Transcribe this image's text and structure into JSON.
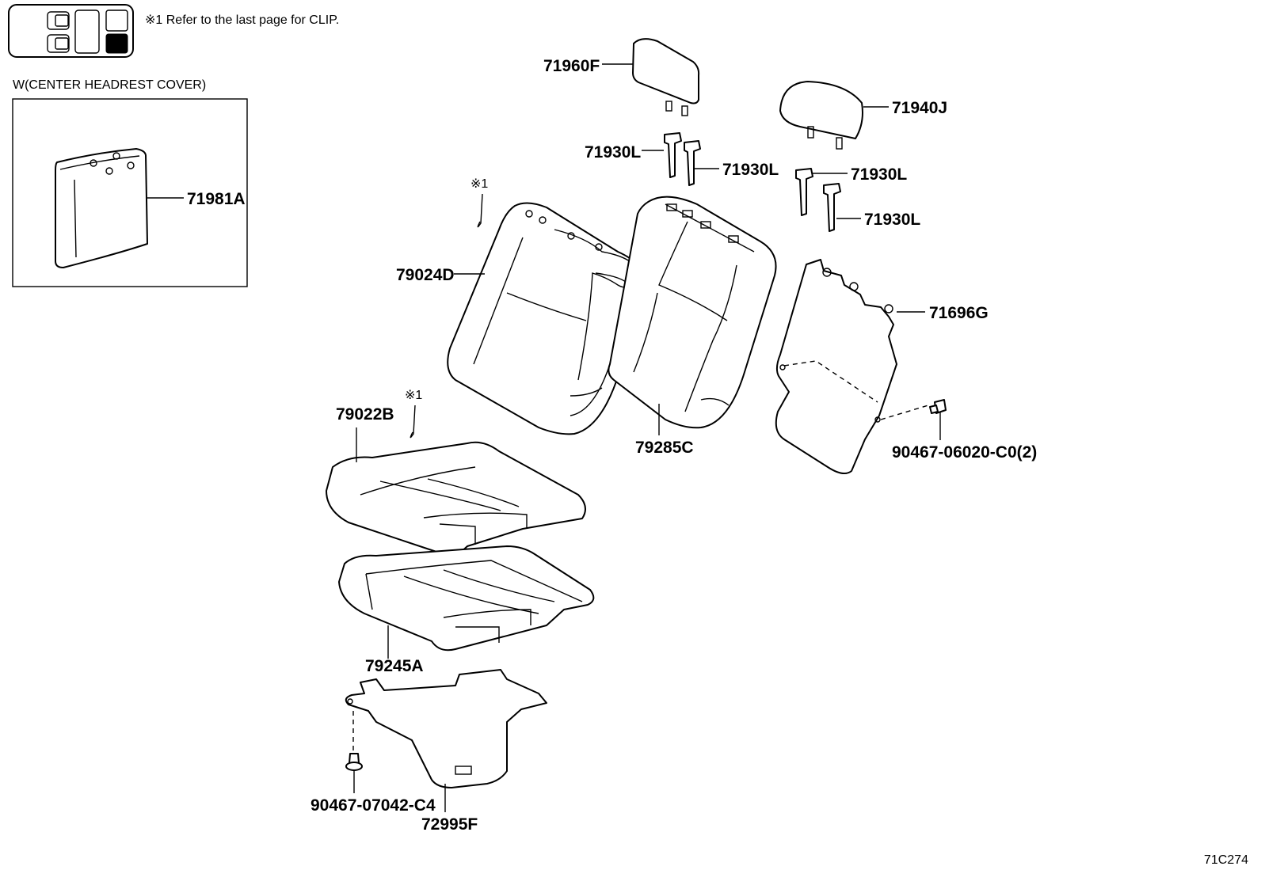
{
  "note": "※1  Refer to the last page for CLIP.",
  "inset_title": "W(CENTER HEADREST COVER)",
  "diagram_code": "71C274",
  "parts": {
    "p71981A": "71981A",
    "p71960F": "71960F",
    "p71940J": "71940J",
    "p71930L_a": "71930L",
    "p71930L_b": "71930L",
    "p71930L_c": "71930L",
    "p71930L_d": "71930L",
    "p79024D": "79024D",
    "p71696G": "71696G",
    "p79022B": "79022B",
    "p79285C": "79285C",
    "p90467_06020": "90467-06020-C0(2)",
    "p79245A": "79245A",
    "p90467_07042": "90467-07042-C4",
    "p72995F": "72995F"
  },
  "clip_refs": {
    "ref_a": "※1",
    "ref_b": "※1"
  }
}
